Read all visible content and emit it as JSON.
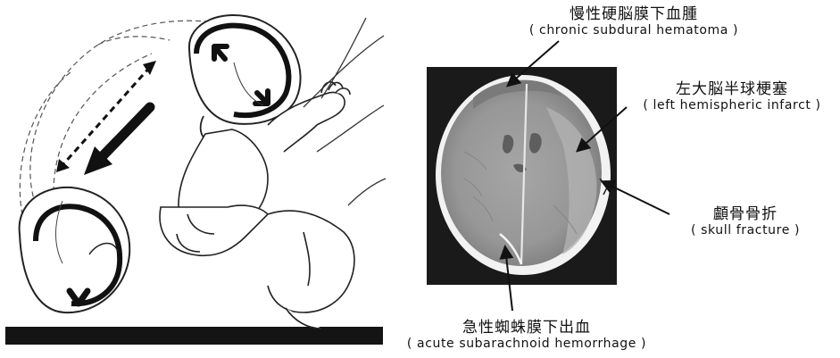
{
  "labels": {
    "chronic_subdural_hematoma": {
      "jp": "慢性硬脳膜下血腫",
      "en": "chronic subdural hematoma"
    },
    "left_hemispheric_infarct": {
      "jp": "左大脳半球梗塞",
      "en": "left hemispheric infarct"
    },
    "skull_fracture": {
      "jp": "顱骨骨折",
      "en": "skull fracture"
    },
    "acute_subarachnoid_hemorrhage": {
      "jp": "急性蜘蛛膜下出血",
      "en": "acute subarachnoid hemorrhage"
    }
  },
  "colors": {
    "ct_background": "#1a1a1a",
    "brain_tissue": "#9c9c9c",
    "skull": "#f4f4f4",
    "ink": "#111111"
  }
}
